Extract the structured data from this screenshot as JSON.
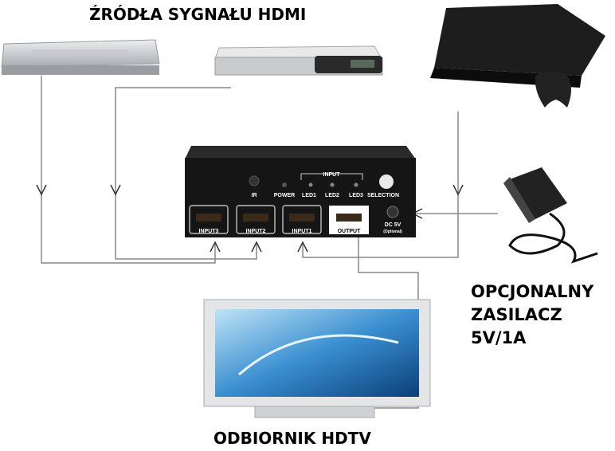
{
  "title": "ŹRÓDŁA SYGNAŁU HDMI",
  "power_label": [
    "OPCJONALNY",
    "ZASILACZ",
    "5V/1A"
  ],
  "tv_label": "ODBIORNIK HDTV",
  "switch": {
    "ir": "IR",
    "power": "POWER",
    "input": "INPUT",
    "leds": [
      "LED1",
      "LED2",
      "LED3"
    ],
    "selection": "SELECTION",
    "ports": [
      "INPUT3",
      "INPUT2",
      "INPUT1",
      "OUTPUT"
    ],
    "dc": "DC 5V",
    "dc_note": "(Optional)"
  }
}
